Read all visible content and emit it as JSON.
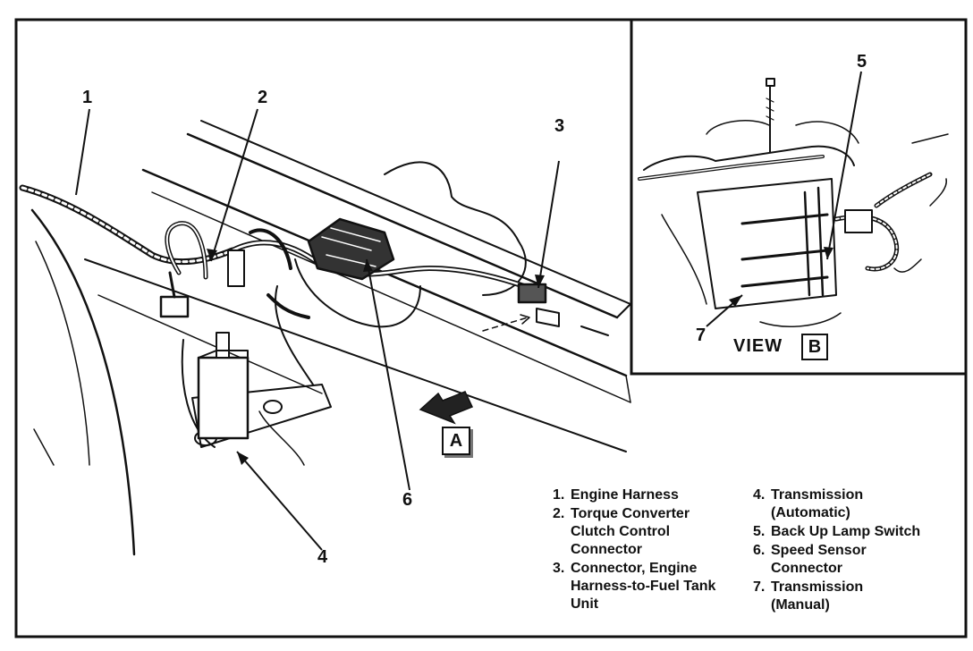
{
  "callouts": {
    "c1": "1",
    "c2": "2",
    "c3": "3",
    "c4": "4",
    "c5": "5",
    "c6": "6",
    "c7": "7"
  },
  "view_b": {
    "label": "VIEW",
    "letter": "B"
  },
  "view_a": {
    "letter": "A"
  },
  "legend": {
    "col1": [
      {
        "num": "1.",
        "text": "Engine Harness"
      },
      {
        "num": "2.",
        "text": "Torque Converter\nClutch Control\nConnector"
      },
      {
        "num": "3.",
        "text": "Connector, Engine\nHarness-to-Fuel Tank\nUnit"
      }
    ],
    "col2": [
      {
        "num": "4.",
        "text": "Transmission\n(Automatic)"
      },
      {
        "num": "5.",
        "text": "Back Up Lamp Switch"
      },
      {
        "num": "6.",
        "text": "Speed Sensor\nConnector"
      },
      {
        "num": "7.",
        "text": "Transmission\n(Manual)"
      }
    ]
  }
}
